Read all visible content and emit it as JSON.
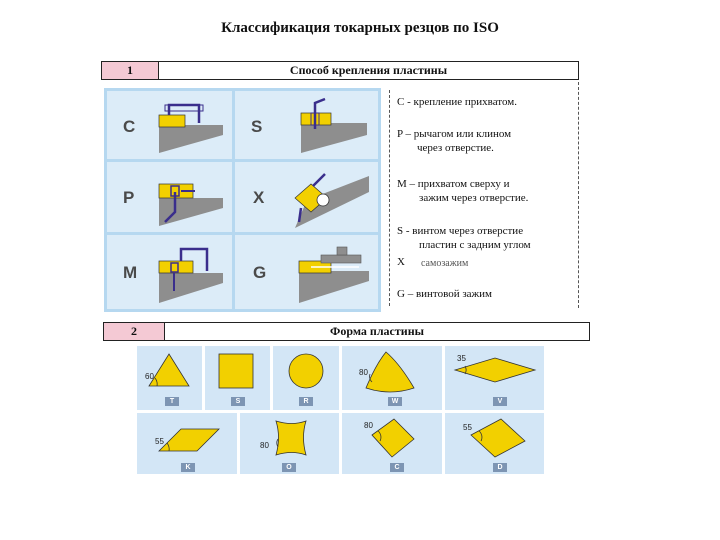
{
  "title": "Классификация токарных резцов по ISO",
  "section1": {
    "number": "1",
    "header": "Способ крепления пластины",
    "methods": [
      {
        "letter": "C",
        "icon": "clamp-top-icon"
      },
      {
        "letter": "S",
        "icon": "screw-icon"
      },
      {
        "letter": "P",
        "icon": "lever-icon"
      },
      {
        "letter": "X",
        "icon": "special-round-icon"
      },
      {
        "letter": "M",
        "icon": "clamp-and-pin-icon"
      },
      {
        "letter": "G",
        "icon": "screw-clamp-icon"
      }
    ],
    "descriptions": [
      "С -  крепление прихватом.",
      "P – рычагом или клином",
      "через отверстие.",
      "M – прихватом сверху и",
      "зажим через отверстие.",
      "S -  винтом через отверстие",
      "пластин  с задним углом",
      "X",
      "самозажим",
      "G – винтовой зажим"
    ]
  },
  "section2": {
    "number": "2",
    "header": "Форма пластины",
    "shapes": [
      {
        "code": "T",
        "angle": "60"
      },
      {
        "code": "S",
        "angle": ""
      },
      {
        "code": "R",
        "angle": ""
      },
      {
        "code": "W",
        "angle": "80"
      },
      {
        "code": "V",
        "angle": "35"
      },
      {
        "code": "K",
        "angle": "55"
      },
      {
        "code": "O",
        "angle": "80"
      },
      {
        "code": "C",
        "angle": "80"
      },
      {
        "code": "D",
        "angle": "55"
      }
    ]
  },
  "colors": {
    "insert": "#f2d000",
    "arrow": "#3a2e8c",
    "holder": "#8e8e8e",
    "panel": "#b6d8f0",
    "header_number_bg": "#f4c9d4",
    "tag": "#7d95b3"
  }
}
